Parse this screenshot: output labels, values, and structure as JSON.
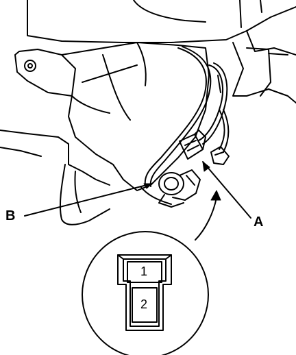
{
  "callouts": {
    "a": "A",
    "b": "B"
  },
  "connector": {
    "pin_top": "1",
    "pin_bottom": "2"
  },
  "colors": {
    "line": "#000000",
    "background": "#ffffff"
  }
}
